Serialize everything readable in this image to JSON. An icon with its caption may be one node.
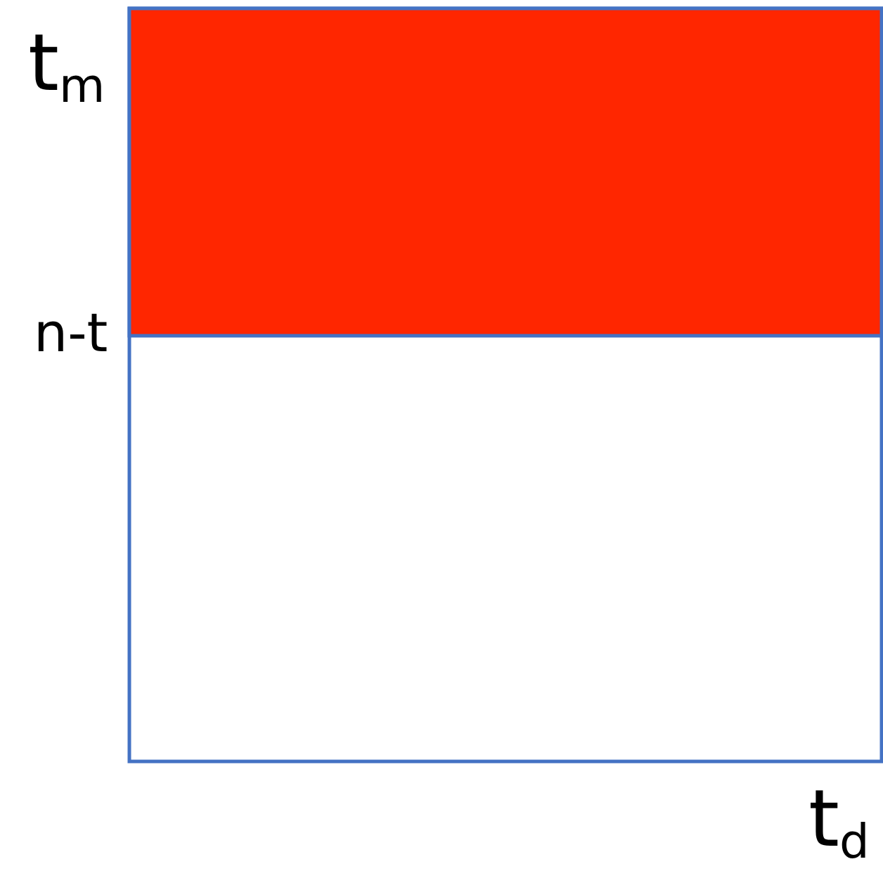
{
  "diagram": {
    "labels": [
      "t$_{m}$",
      "n-t",
      "t$_{d}$"
    ]
  }
}
